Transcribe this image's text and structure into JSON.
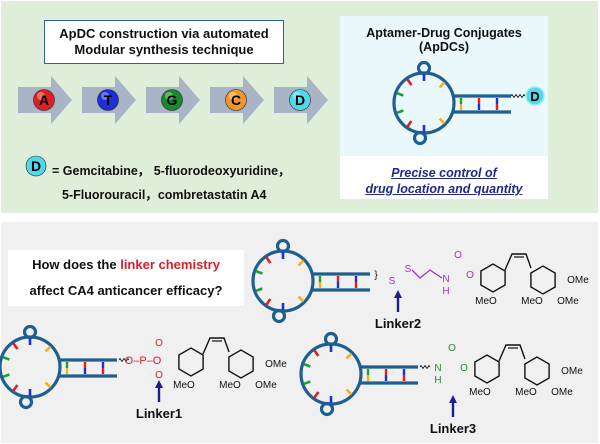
{
  "top_panel": {
    "title_line1": "ApDC construction via automated",
    "title_line2": "Modular synthesis technique",
    "sequence": [
      {
        "letter": "A",
        "color": "#e02020"
      },
      {
        "letter": "T",
        "color": "#1f2fd6"
      },
      {
        "letter": "G",
        "color": "#1a8a2a"
      },
      {
        "letter": "C",
        "color": "#f0962c"
      },
      {
        "letter": "D",
        "color": "#4fd8ea"
      }
    ],
    "drug_legend_symbol": "D",
    "drug_legend_line1": "= Gemcitabine， 5-fluorodeoxyuridine，",
    "drug_legend_line2": "5-Fluorouracil，combretastatin A4",
    "apdc_title": "Aptamer-Drug Conjugates (ApDCs)",
    "apdc_drug_symbol": "D",
    "apdc_sub_line1": "Precise control of",
    "apdc_sub_line2": "drug location and quantity"
  },
  "bottom_panel": {
    "question_part1": "How does the ",
    "question_highlight": "linker chemistry",
    "question_line2": "affect CA4 anticancer efficacy?",
    "linkers": [
      {
        "label": "Linker1",
        "color": "#d8202a",
        "atoms": [
          "O",
          "P",
          "O",
          "O",
          "O",
          "–"
        ]
      },
      {
        "label": "Linker2",
        "color": "#a030d0",
        "atoms": [
          "S",
          "S",
          "N",
          "H",
          "O",
          "O"
        ]
      },
      {
        "label": "Linker3",
        "color": "#2a8a2a",
        "atoms": [
          "N",
          "H",
          "O",
          "O"
        ]
      }
    ],
    "substituents": {
      "ome": "OMe",
      "meo": "MeO"
    }
  },
  "colors": {
    "top_bg": "#deeed8",
    "bottom_bg": "#f0f0f0",
    "strand": "#1f5f8f",
    "arrow_gray": "#a9b4c6",
    "pointer_arrow": "#1e1e8a",
    "base_red": "#e02020",
    "base_blue": "#1f2fd6",
    "base_green": "#1aa030",
    "base_yellow": "#f0b020"
  }
}
